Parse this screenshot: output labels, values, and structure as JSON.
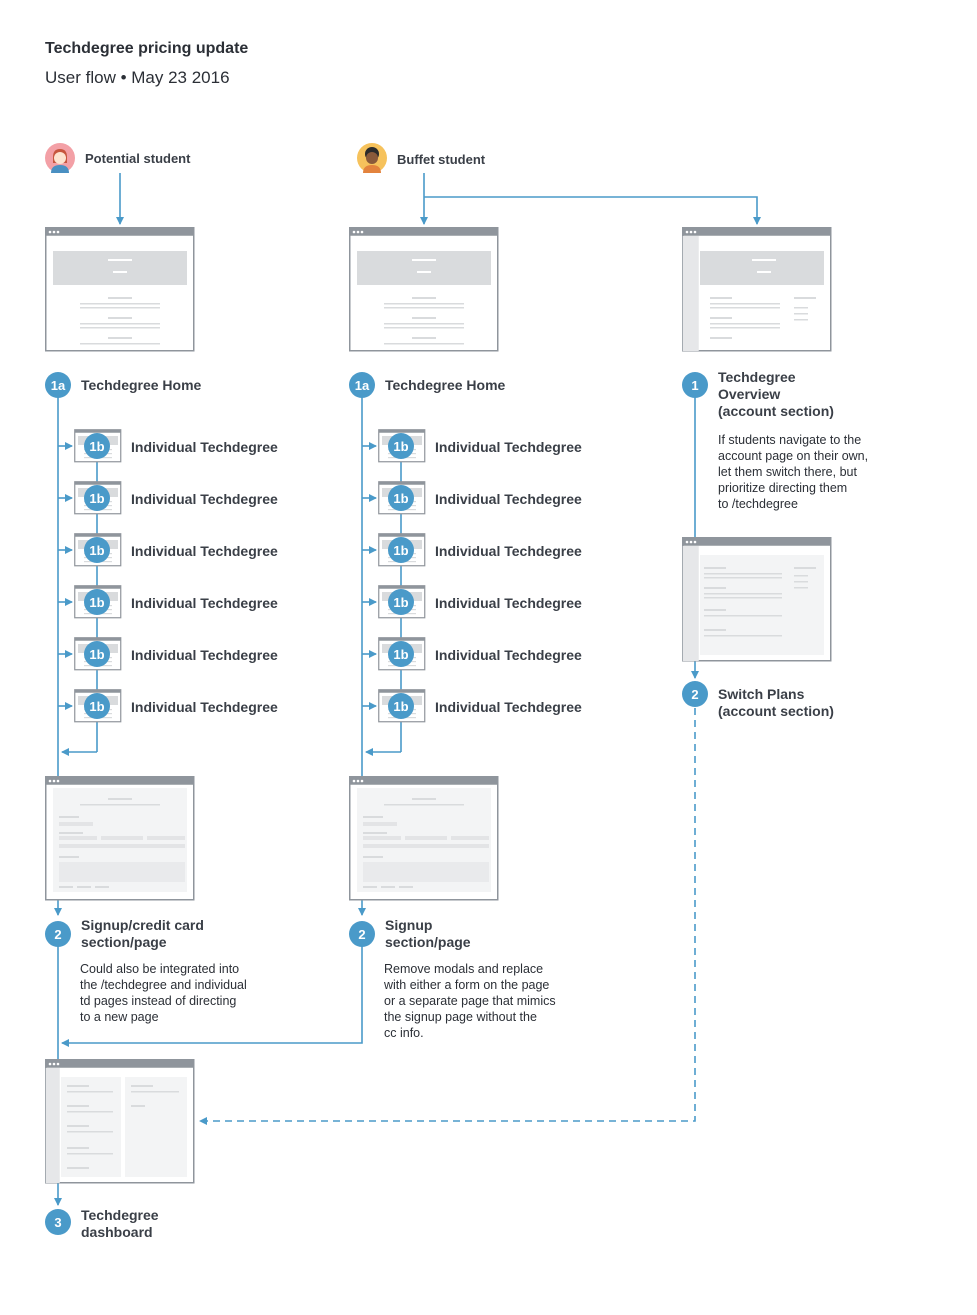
{
  "header": {
    "title": "Techdegree pricing update",
    "subtitle": "User flow • May 23 2016"
  },
  "personas": {
    "potential": "Potential student",
    "buffet": "Buffet student"
  },
  "column1": {
    "home": {
      "badge": "1a",
      "label": "Techdegree Home"
    },
    "items": [
      {
        "badge": "1b",
        "label": "Individual Techdegree"
      },
      {
        "badge": "1b",
        "label": "Individual Techdegree"
      },
      {
        "badge": "1b",
        "label": "Individual Techdegree"
      },
      {
        "badge": "1b",
        "label": "Individual Techdegree"
      },
      {
        "badge": "1b",
        "label": "Individual Techdegree"
      },
      {
        "badge": "1b",
        "label": "Individual Techdegree"
      }
    ],
    "signup": {
      "badge": "2",
      "label_line1": "Signup/credit card",
      "label_line2": "section/page",
      "note": [
        "Could also be integrated into",
        "the /techdegree and individual",
        "td pages instead of directing",
        "to a new page"
      ]
    }
  },
  "column2": {
    "home": {
      "badge": "1a",
      "label": "Techdegree Home"
    },
    "items": [
      {
        "badge": "1b",
        "label": "Individual Techdegree"
      },
      {
        "badge": "1b",
        "label": "Individual Techdegree"
      },
      {
        "badge": "1b",
        "label": "Individual Techdegree"
      },
      {
        "badge": "1b",
        "label": "Individual Techdegree"
      },
      {
        "badge": "1b",
        "label": "Individual Techdegree"
      },
      {
        "badge": "1b",
        "label": "Individual Techdegree"
      }
    ],
    "signup": {
      "badge": "2",
      "label_line1": "Signup",
      "label_line2": "section/page",
      "note": [
        "Remove modals and replace",
        "with either a form on the page",
        "or a separate page that mimics",
        "the signup page without the",
        "cc info."
      ]
    }
  },
  "column3": {
    "overview": {
      "badge": "1",
      "label": [
        "Techdegree",
        "Overview",
        "(account section)"
      ],
      "note": [
        "If students navigate to the",
        "account page on their own,",
        "let them switch there, but",
        "prioritize directing them",
        "to /techdegree"
      ]
    },
    "switch": {
      "badge": "2",
      "label": [
        "Switch Plans",
        "(account section)"
      ]
    }
  },
  "dashboard": {
    "badge": "3",
    "label_line1": "Techdegree",
    "label_line2": "dashboard"
  },
  "colors": {
    "accent": "#4a9ac9",
    "frame": "#8f959c",
    "chrome": "#8f959c",
    "hero": "#d9dbdd",
    "bg": "#ffffff"
  }
}
